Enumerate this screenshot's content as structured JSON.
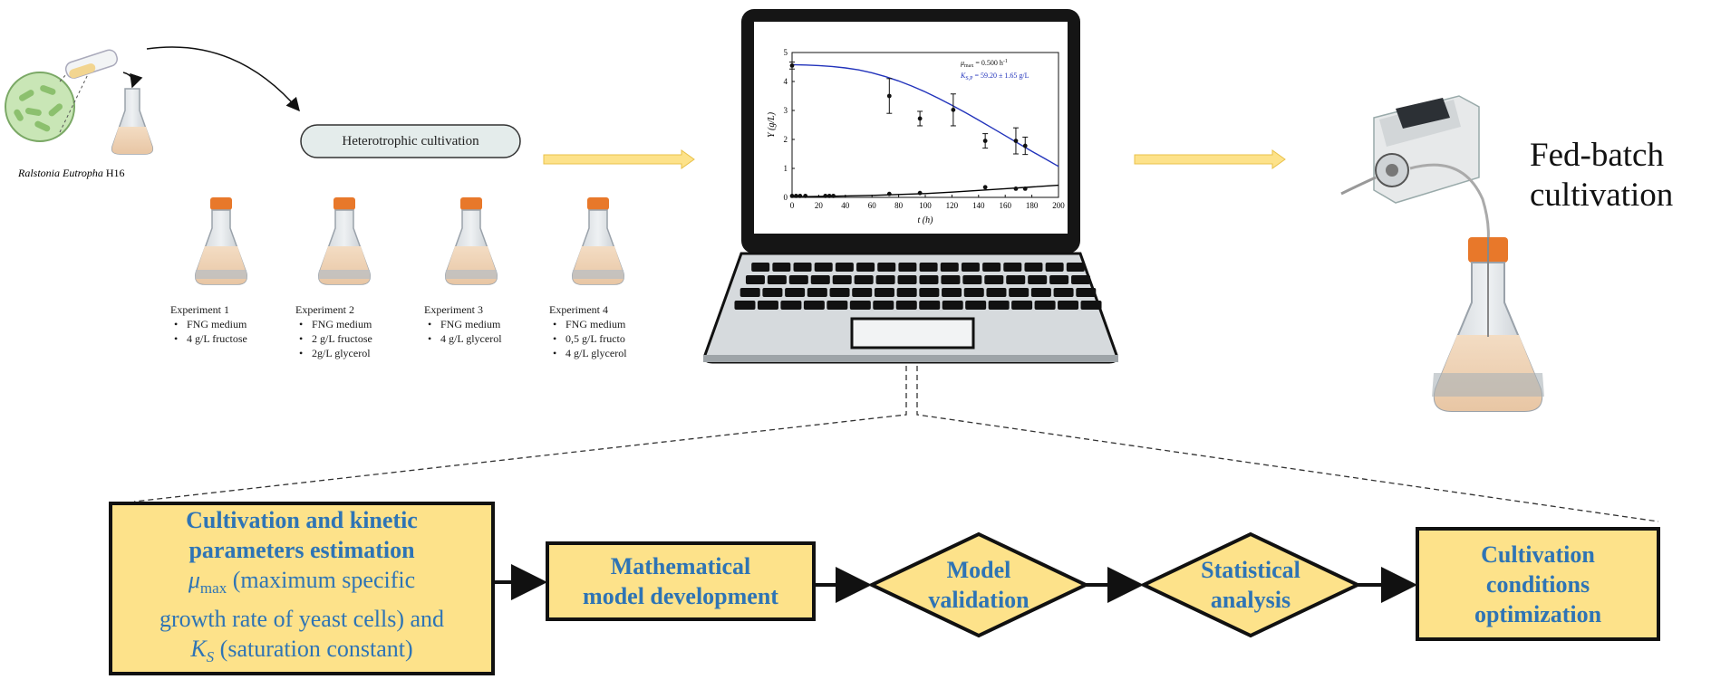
{
  "organism_label": {
    "italic": "Ralstonia Eutropha",
    "strain": "H16"
  },
  "heterotrophic_label": "Heterotrophic cultivation",
  "experiments": [
    {
      "title": "Experiment 1",
      "items": [
        "FNG medium",
        "4 g/L fructose"
      ]
    },
    {
      "title": "Experiment 2",
      "items": [
        "FNG medium",
        "2 g/L fructose",
        "2g/L glycerol"
      ]
    },
    {
      "title": "Experiment 3",
      "items": [
        "FNG medium",
        "4 g/L glycerol"
      ]
    },
    {
      "title": "Experiment 4",
      "items": [
        "FNG medium",
        "0,5 g/L fructo",
        "4 g/L glycerol"
      ]
    }
  ],
  "fed_batch": {
    "line1": "Fed-batch",
    "line2": "cultivation"
  },
  "flow": {
    "box1": {
      "line1": "Cultivation and kinetic",
      "line2": "parameters estimation",
      "mu_symbol": "μ",
      "mu_sub": "max",
      "line3_rest": " (maximum specific",
      "line4": "growth rate of yeast cells) and",
      "ks_symbol": "K",
      "ks_sub": "S",
      "line5_rest": " (saturation constant)"
    },
    "box2": {
      "line1": "Mathematical",
      "line2": "model development"
    },
    "diamond1": {
      "line1": "Model",
      "line2": "validation"
    },
    "diamond2": {
      "line1": "Statistical",
      "line2": "analysis"
    },
    "box3": {
      "line1": "Cultivation",
      "line2": "conditions",
      "line3": "optimization"
    }
  },
  "colors": {
    "box_fill": "#fde28a",
    "box_text": "#2e74b5",
    "arrow_yellow": "#fde28a",
    "pill_fill": "#e4eceb",
    "flask_cap": "#e8782a",
    "curve_blue": "#2233bb"
  },
  "chart_data": {
    "type": "scatter",
    "xlabel": "t (h)",
    "ylabel": "Y (g/L)",
    "xlim": [
      0,
      200
    ],
    "ylim": [
      0,
      5
    ],
    "xticks": [
      0,
      20,
      40,
      60,
      80,
      100,
      120,
      140,
      160,
      180,
      200
    ],
    "yticks": [
      0,
      1,
      2,
      3,
      4,
      5
    ],
    "annotation1": {
      "mu": "μ",
      "sub": "max",
      "text": " = 0.500 h",
      "sup": "-1"
    },
    "annotation2": {
      "k": "K",
      "sub": "S,P",
      "text": " = 59.20 ± 1.65 g/L"
    },
    "series": [
      {
        "points": [
          {
            "x": 0,
            "y": 4.55,
            "err": 0.12
          },
          {
            "x": 73,
            "y": 3.5,
            "err": 0.6
          },
          {
            "x": 96,
            "y": 2.72,
            "err": 0.25
          },
          {
            "x": 121,
            "y": 3.02,
            "err": 0.55
          },
          {
            "x": 145,
            "y": 1.95,
            "err": 0.25
          },
          {
            "x": 168,
            "y": 1.95,
            "err": 0.45
          },
          {
            "x": 175,
            "y": 1.78,
            "err": 0.3
          }
        ]
      },
      {
        "points": [
          {
            "x": 0,
            "y": 0.05
          },
          {
            "x": 3,
            "y": 0.05
          },
          {
            "x": 6,
            "y": 0.05
          },
          {
            "x": 10,
            "y": 0.05
          },
          {
            "x": 25,
            "y": 0.05
          },
          {
            "x": 28,
            "y": 0.05
          },
          {
            "x": 31,
            "y": 0.05
          },
          {
            "x": 73,
            "y": 0.12
          },
          {
            "x": 96,
            "y": 0.15
          },
          {
            "x": 145,
            "y": 0.35
          },
          {
            "x": 168,
            "y": 0.3
          },
          {
            "x": 175,
            "y": 0.3
          }
        ]
      }
    ],
    "fit_curves": [
      {
        "color": "#2233bb",
        "x": [
          0,
          10,
          20,
          30,
          40,
          50,
          60,
          70,
          80,
          90,
          100,
          110,
          120,
          130,
          140,
          150,
          160,
          170,
          180,
          190,
          200
        ],
        "y": [
          4.58,
          4.57,
          4.55,
          4.52,
          4.47,
          4.4,
          4.3,
          4.17,
          4.02,
          3.84,
          3.64,
          3.42,
          3.18,
          2.93,
          2.67,
          2.4,
          2.13,
          1.86,
          1.59,
          1.33,
          1.07
        ]
      },
      {
        "color": "#000000",
        "x": [
          0,
          20,
          40,
          60,
          80,
          100,
          120,
          140,
          160,
          180,
          200
        ],
        "y": [
          0.02,
          0.03,
          0.05,
          0.07,
          0.1,
          0.13,
          0.18,
          0.24,
          0.3,
          0.36,
          0.42
        ]
      }
    ]
  }
}
